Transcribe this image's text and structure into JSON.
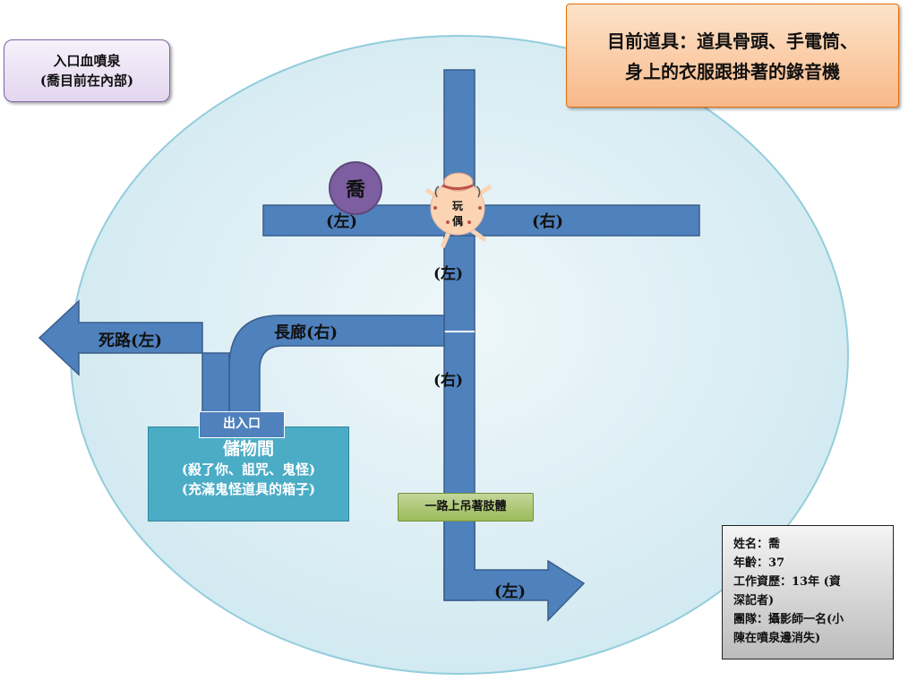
{
  "diagram": {
    "fountain": {
      "line1": "入口血噴泉",
      "line2": "(喬目前在內部)"
    },
    "items": {
      "line1": "目前道具：道具骨頭、手電筒、",
      "line2": "身上的衣服跟掛著的錄音機"
    },
    "characters": {
      "joe": "喬",
      "doll_line1": "玩",
      "doll_line2": "偶"
    },
    "directions": {
      "top_left": "(左)",
      "top_right": "(右)",
      "middle_left": "(左)",
      "middle_right": "(右)",
      "corridor": "長廊(右)",
      "dead_end": "死路(左)",
      "bottom_left": "(左)"
    },
    "storage": {
      "entrance": "出入口",
      "name": "儲物間",
      "line1": "(殺了你、詛咒、鬼怪)",
      "line2": "(充滿鬼怪道具的箱子)"
    },
    "corpses": "一路上吊著肢體",
    "profile": {
      "name": "姓名：喬",
      "age": "年齡：37",
      "career_1": "工作資歷：13年 (資",
      "career_2": "深記者)",
      "team_1": "團隊：攝影師一名(小",
      "team_2": "陳在噴泉邊消失)"
    },
    "colors": {
      "arena_fill": "#dbeef4",
      "path_fill": "#4f81bd",
      "path_stroke": "#385d8a",
      "joe_fill": "#7d5ea0",
      "doll_fill": "#fbd4b4",
      "doll_mark": "#c0504d",
      "storage_fill": "#4bacc6",
      "corpses_fill": "#9bbb59",
      "items_fill": "#fac08f",
      "fountain_fill": "#e5dbef"
    }
  }
}
